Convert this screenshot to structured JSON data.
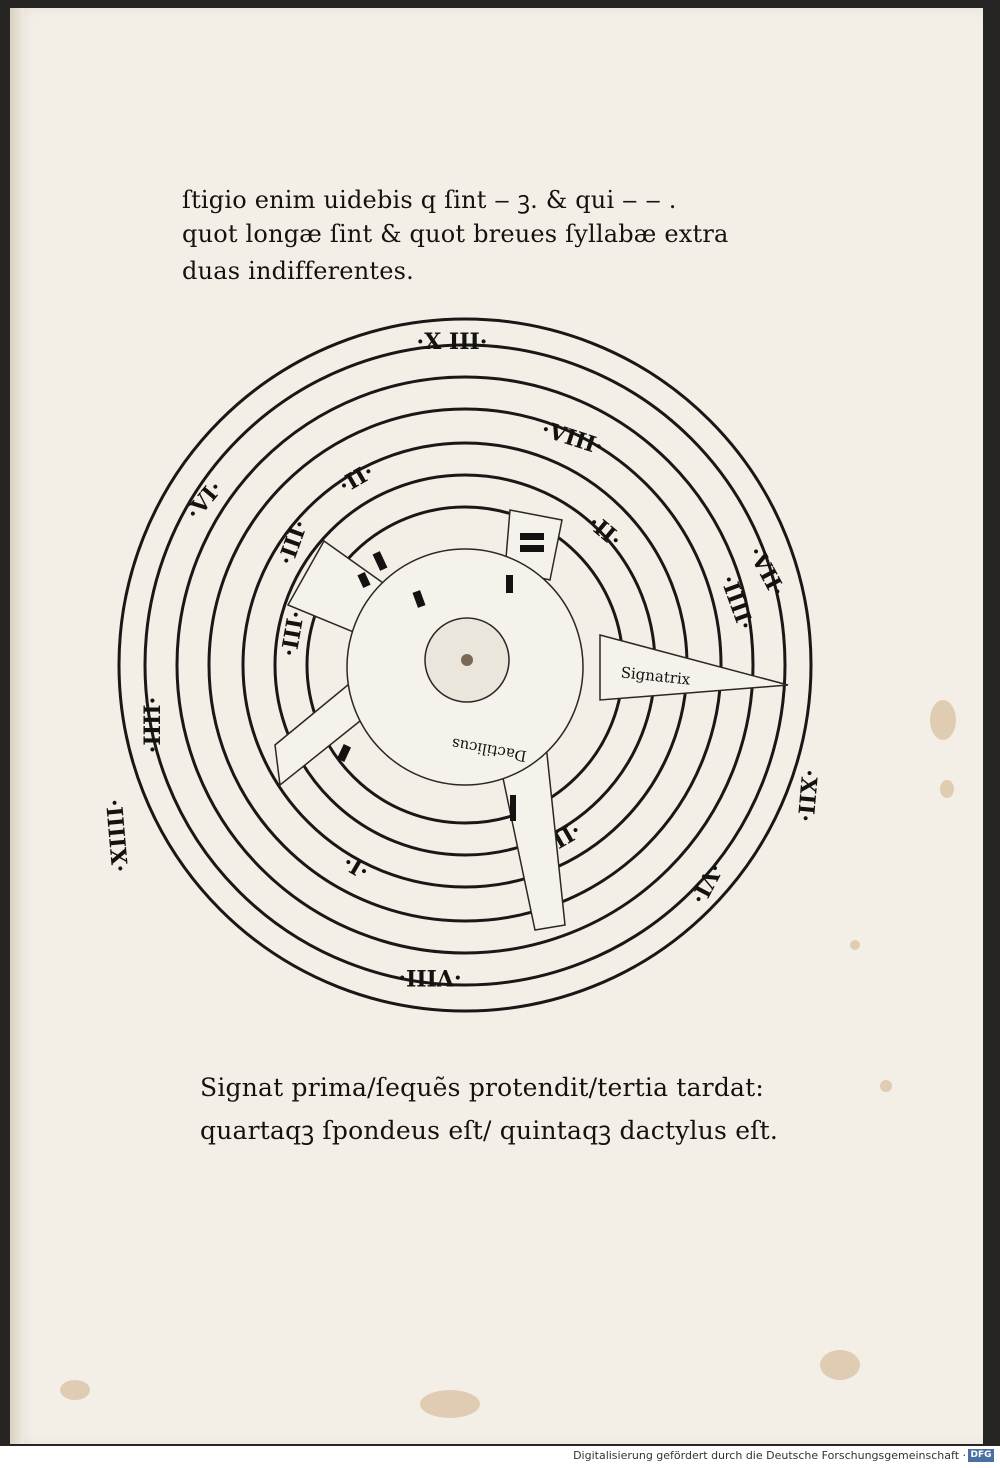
{
  "top_text": {
    "line1": "ſtigio enim uidebis q ſint ‒ ꝫ. & qui ‒ ‒ .",
    "line2": "quot longæ ſint & quot breues ſyllabæ extra",
    "line3": "duas indifferentes."
  },
  "volvelle": {
    "ring_labels": [
      "·X III·",
      "·VIII·",
      "·VII·",
      "·XII·",
      "·VI·",
      "·VIII·",
      "·XIIII·",
      "·IIII·",
      "·VI·",
      "·III·",
      "·III·",
      "·II·",
      "·II·",
      "·I·",
      "·III·",
      "·IIII·"
    ],
    "pointer_label": "Signatrix",
    "center_label": "Dactilicus"
  },
  "bottom_text": {
    "line1": "Signat prima/ſequẽs protendit/tertia tardat:",
    "line2": "quartaqꝫ ſpondeus eſt/ quintaqꝫ dactylus eſt."
  },
  "footer": {
    "credit": "Digitalisierung gefördert durch die Deutsche Forschungsgemeinschaft ·",
    "logo": "DFG"
  }
}
